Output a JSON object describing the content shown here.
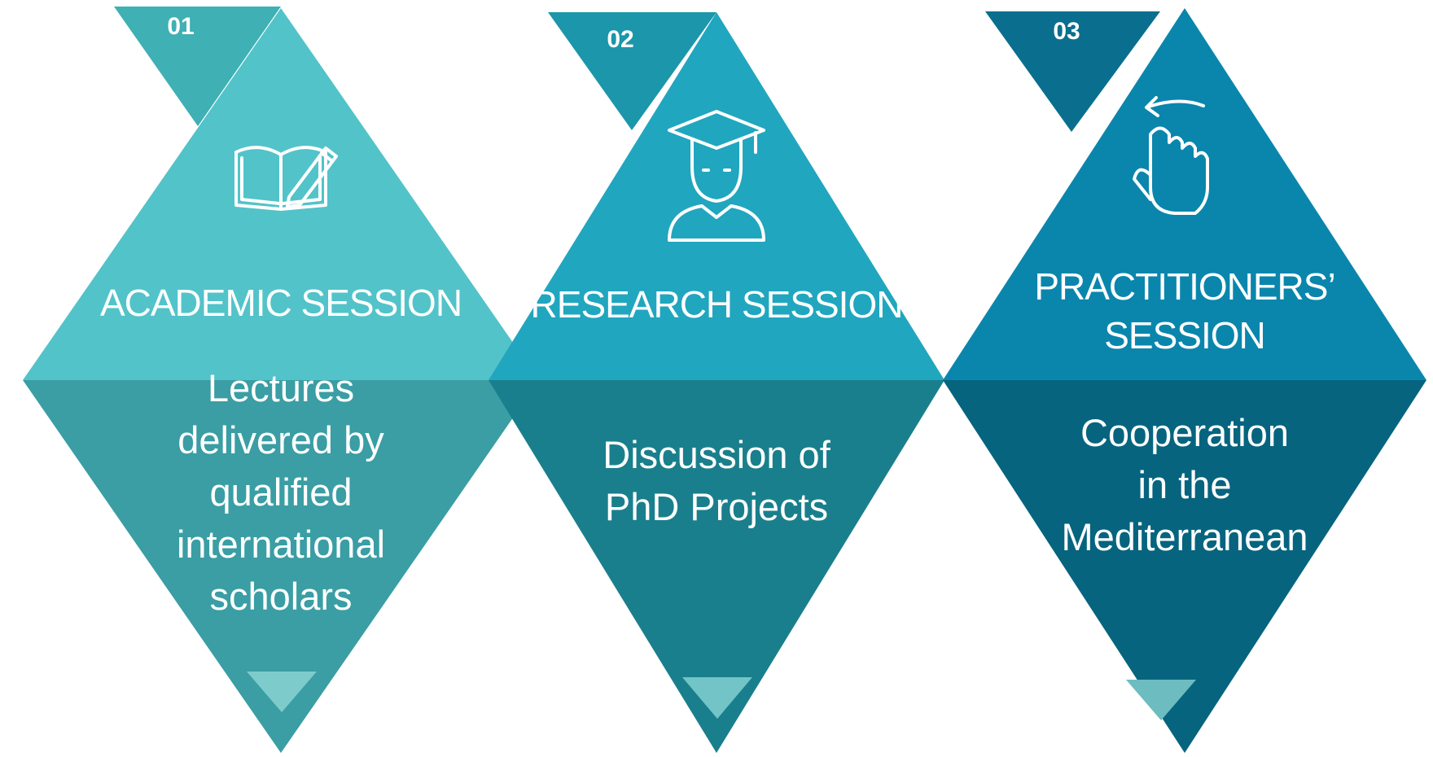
{
  "steps": [
    {
      "number": "01",
      "title_lines": [
        "ACADEMIC SESSION"
      ],
      "desc_lines": [
        "Lectures",
        "delivered by",
        "qualified",
        "international",
        "scholars"
      ],
      "icon": "book-pencil-icon",
      "colors": {
        "tab": "#3fb0b4",
        "top": "#52c3c9",
        "bottom": "#3a9ea4",
        "marker": "#7ecbcc"
      }
    },
    {
      "number": "02",
      "title_lines": [
        "RESEARCH SESSION"
      ],
      "desc_lines": [
        "Discussion of",
        "PhD Projects"
      ],
      "icon": "graduate-student-icon",
      "colors": {
        "tab": "#1b96aa",
        "top": "#21a6bf",
        "bottom": "#1a7f8c",
        "marker": "#72c4c6"
      }
    },
    {
      "number": "03",
      "title_lines": [
        "PRACTITIONERS’",
        "SESSION"
      ],
      "desc_lines": [
        "Cooperation",
        "in the",
        "Mediterranean"
      ],
      "icon": "swipe-hand-icon",
      "colors": {
        "tab": "#0a6f8e",
        "top": "#0a86ad",
        "bottom": "#06647f",
        "marker": "#6dbcc0"
      }
    }
  ]
}
